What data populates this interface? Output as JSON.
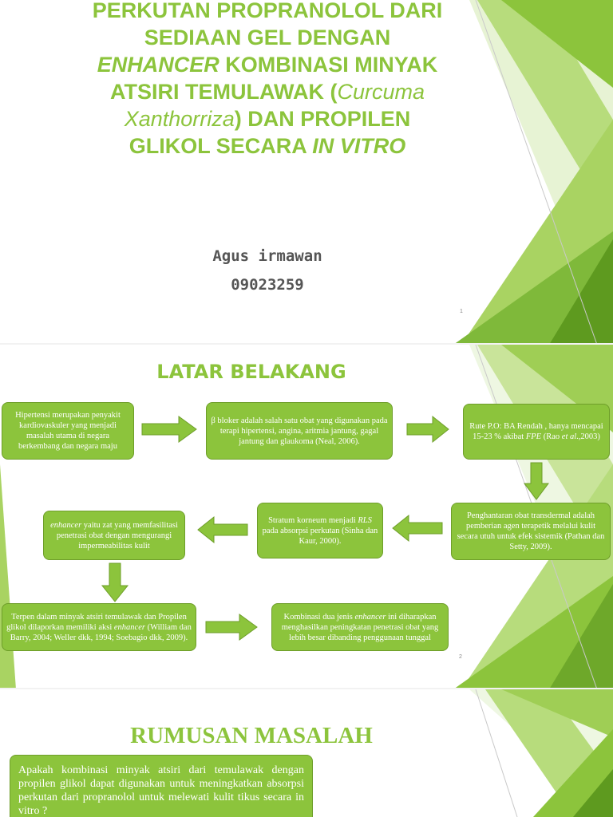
{
  "slide1": {
    "title_line1": "PERKUTAN PROPRANOLOL DARI",
    "title_line2": "SEDIAAN GEL DENGAN",
    "title_line3_italic": "ENHANCER",
    "title_line3_rest": " KOMBINASI MINYAK",
    "title_line4": "ATSIRI TEMULAWAK (",
    "title_line4_italic": "Curcuma",
    "title_line5_italic": "Xanthorriza",
    "title_line5_rest": ") DAN PROPILEN",
    "title_line6": "GLIKOL SECARA ",
    "title_line6_italic": "IN VITRO",
    "author": "Agus irmawan",
    "student_id": "09023259",
    "page_number": "1"
  },
  "slide2": {
    "heading": "LATAR BELAKANG",
    "page_number": "2",
    "box1": "Hipertensi merupakan penyakit kardiovaskuler yang menjadi masalah utama di negara berkembang dan negara maju",
    "box2": "β bloker adalah salah satu obat yang digunakan pada terapi hipertensi, angina, aritmia jantung, gagal jantung dan glaukoma (Neal, 2006).",
    "box3_a": "Rute P.O: BA Rendah , hanya mencapai 15-23 % akibat ",
    "box3_fpe": "FPE",
    "box3_b": " (Rao ",
    "box3_etal": "et al",
    "box3_c": ".,2003)",
    "box4": "Penghantaran obat transdermal adalah pemberian agen terapetik melalui kulit secara utuh untuk efek sistemik (Pathan dan Setty, 2009).",
    "box5_a": "Stratum korneum menjadi ",
    "box5_rls": "RLS",
    "box5_b": " pada absorpsi perkutan (Sinha dan Kaur, 2000).",
    "box6_enh": "enhancer",
    "box6_b": " yaitu zat yang memfasilitasi penetrasi obat dengan mengurangi impermeabilitas kulit",
    "box7_a": "Terpen dalam minyak atsiri temulawak dan Propilen glikol dilaporkan memiliki aksi ",
    "box7_enh": "enhancer",
    "box7_b": " (William dan Barry, 2004; Weller dkk, 1994; Soebagio dkk, 2009).",
    "box8_a": "Kombinasi dua jenis ",
    "box8_enh": "enhancer",
    "box8_b": " ini diharapkan menghasilkan peningkatan penetrasi obat yang lebih besar dibanding penggunaan tunggal"
  },
  "slide3": {
    "heading": "RUMUSAN MASALAH",
    "question": "Apakah kombinasi minyak atsiri dari temulawak dengan propilen glikol dapat digunakan untuk meningkatkan absorpsi perkutan dari propranolol untuk melewati kulit tikus secara in vitro ?"
  },
  "colors": {
    "accent_green": "#8cc43c",
    "dark_green": "#5e9a1f",
    "light_green": "#c9e49a"
  }
}
